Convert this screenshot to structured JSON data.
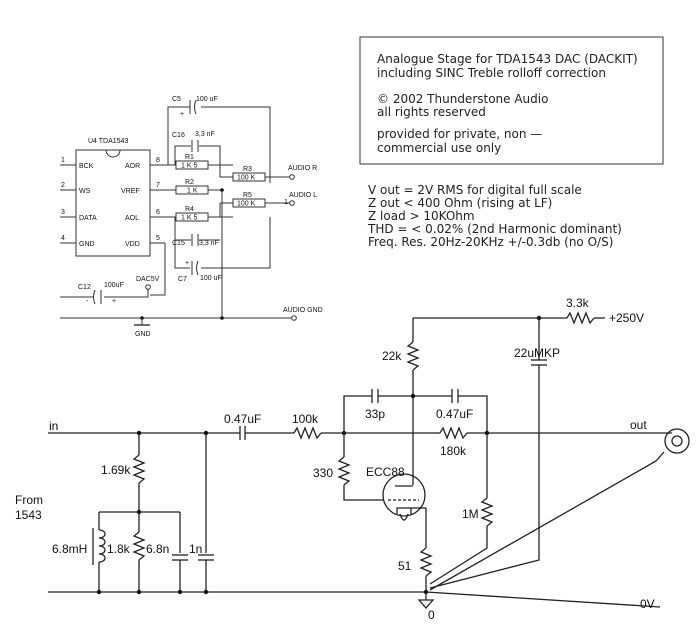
{
  "notice": {
    "lines": [
      "Analogue Stage for TDA1543 DAC (DACKIT)",
      "including SINC Treble rolloff correction",
      "© 2002 Thunderstone Audio",
      "all rights reserved",
      "provided for private, non —",
      "commercial use only"
    ]
  },
  "specs": {
    "lines": [
      "V out = 2V RMS for digital full scale",
      "Z out < 400 Ohm (rising at LF)",
      "Z load > 10KOhm",
      "THD = < 0.02% (2nd Harmonic dominant)",
      "Freq. Res. 20Hz-20KHz +/-0.3db (no O/S)"
    ]
  },
  "ic": {
    "name": "U4 TDA1543",
    "pins_left": [
      {
        "num": "1",
        "label": "BCK"
      },
      {
        "num": "2",
        "label": "WS"
      },
      {
        "num": "3",
        "label": "DATA"
      },
      {
        "num": "4",
        "label": "GND"
      }
    ],
    "pins_right": [
      {
        "num": "8",
        "label": "AOR"
      },
      {
        "num": "7",
        "label": "VREF"
      },
      {
        "num": "6",
        "label": "AOL"
      },
      {
        "num": "5",
        "label": "VDD"
      }
    ]
  },
  "dac_parts": {
    "c5": "C5",
    "c5_val": "100 uF",
    "c16": "C16",
    "c16_val": "3,3 nF",
    "r1": "R1",
    "r1_val": "1 K 5",
    "r2": "R2",
    "r2_val": "1 K",
    "r4": "R4",
    "r4_val": "1 K 5",
    "c15": "C15",
    "c15_val": "3,3 nF",
    "c7": "C7",
    "c7_val": "100 uF",
    "r3": "R3",
    "r3_val": "100 K",
    "r5": "R5",
    "r5_val": "100 K",
    "c12": "C12",
    "c12_val": "100uF",
    "dac5v": "DAC5V",
    "gnd": "GND",
    "audio_r": "AUDIO R",
    "audio_l": "AUDIO L",
    "audio_gnd": "AUDIO GND",
    "pin_plus": "+",
    "pin_one": "1",
    "pin_minus": "-"
  },
  "stage": {
    "in": "in",
    "from_line1": "From",
    "from_line2": "1543",
    "r_169k": "1.69k",
    "l_68mh": "6.8mH",
    "r_18k": "1.8k",
    "c_68n": "6.8n",
    "c_1n": "1n",
    "c_047_in": "0.47uF",
    "r_100k": "100k",
    "c_33p": "33p",
    "c_047_fb": "0.47uF",
    "r_180k": "180k",
    "r_330": "330",
    "tube": "ECC88",
    "r_22k": "22k",
    "r_33k": "3.3k",
    "supply": "+250V",
    "c_22u": "22uMKP",
    "r_1m": "1M",
    "r_51": "51",
    "out": "out",
    "zero": "0",
    "zero_v": "0V"
  }
}
